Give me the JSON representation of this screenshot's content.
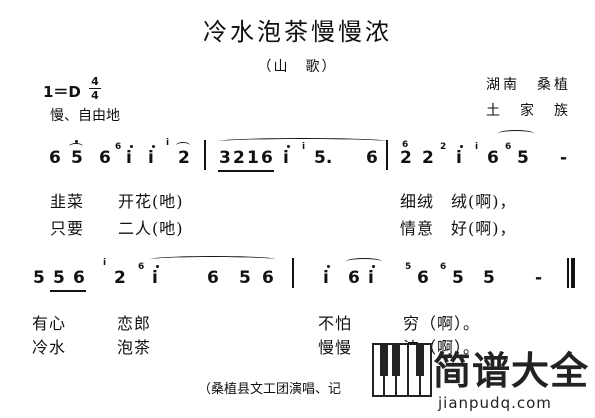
{
  "title": "冷水泡茶慢慢浓",
  "genre": "（山　歌）",
  "origin": {
    "line1": "湖南　桑植",
    "line2": "土　家　族"
  },
  "key": "1＝D",
  "meter": {
    "top": "4",
    "bottom": "4"
  },
  "tempo": "慢、自由地",
  "score": {
    "line1": {
      "m1": "6 5̂ 6 i i 2",
      "m1_notes": [
        "6",
        "5",
        "6",
        "i",
        "i",
        "2"
      ],
      "m2_notes": [
        "3",
        "2",
        "1",
        "6",
        "i",
        "5.",
        "6"
      ],
      "m3_notes": [
        "2",
        "2",
        "i",
        "6",
        "5",
        "-"
      ],
      "graces": [
        "6",
        "i",
        "i",
        "6",
        "2",
        "i",
        "6",
        "6"
      ]
    },
    "line2": {
      "m1_notes": [
        "5",
        "5",
        "6",
        "2",
        "i",
        "6",
        "5",
        "6"
      ],
      "m2_notes": [
        "i",
        "6",
        "i",
        "6",
        "5",
        "5",
        "-"
      ],
      "graces": [
        "i",
        "6",
        "5",
        "6"
      ]
    }
  },
  "lyrics": {
    "v1_a": "韭菜　　开花(吔)",
    "v1_b": "细绒　绒(啊)，",
    "v2_a": "只要　　二人(吔)",
    "v2_b": "情意　好(啊)，",
    "v3_a": "有心　　　恋郎",
    "v3_b": "不怕　　　穷（啊）。",
    "v4_a": "冷水　　　泡茶",
    "v4_b": "慢慢　　　浓（啊）。"
  },
  "credit": "（桑植县文工团演唱、记",
  "watermark": {
    "name": "简谱大全",
    "url": "jianpudq.com"
  }
}
